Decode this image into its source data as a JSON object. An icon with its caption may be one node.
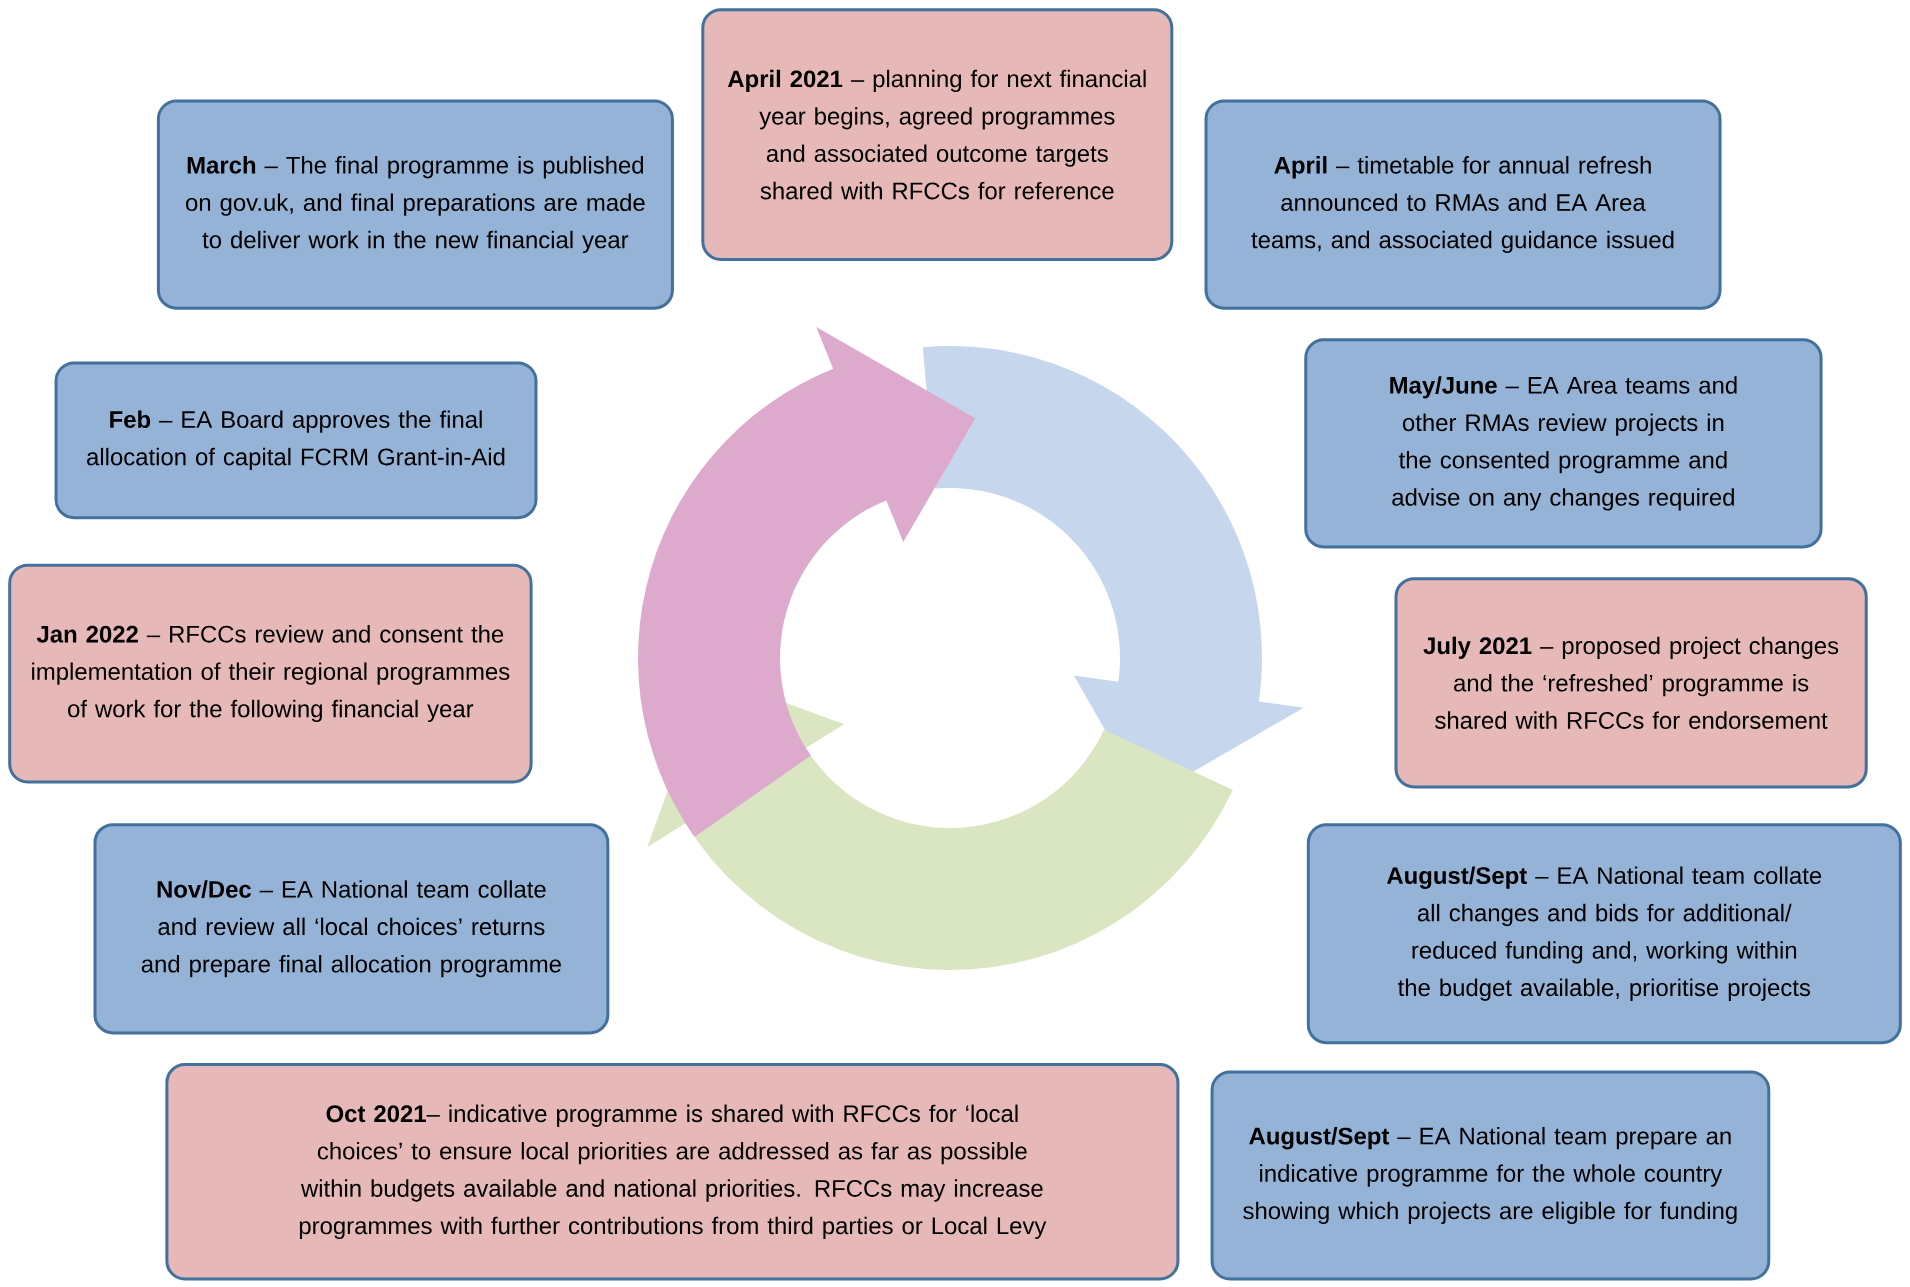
{
  "diagram": {
    "nodes": [
      {
        "text": [
          "**April 2021** – planning for next financial year begins, agreed programmes and associated outcome targets shared with RFCCs for reference"
        ]
      },
      {
        "text": [
          "**March** – The final programme is published on gov.uk, and final preparations are made to deliver work in the new financial year"
        ]
      },
      {
        "text": [
          "**April** – timetable for annual refresh announced to RMAs and EA Area teams, and associated guidance issued"
        ]
      },
      {
        "text": [
          "**Feb** – EA Board approves the final allocation of capital FCRM Grant-in-Aid"
        ]
      },
      {
        "text": [
          "**May/June** – EA Area teams and other RMAs review projects in the consented programme and advise on any changes required"
        ]
      },
      {
        "text": [
          "**Jan 2022** – RFCCs review and consent the implementation of their regional programmes of work for the following financial year"
        ]
      },
      {
        "text": [
          "**July 2021** – proposed project changes and the ‘refreshed’ programme is shared with RFCCs for endorsement"
        ]
      },
      {
        "text": [
          "**Nov/Dec** – EA National team collate and review all ‘local choices’ returns and prepare final allocation programme"
        ]
      },
      {
        "text": [
          "**August/Sept** – EA National team collate all changes and bids for additional/ reduced funding and, working within the budget available, prioritise projects"
        ]
      },
      {
        "text": [
          "**Oct 2021**– indicative programme is shared with RFCCs for ‘local choices’ to ensure local priorities are addressed as far as possible within budgets available and national priorities. RFCCs may increase programmes with further contributions from third parties or Local Levy"
        ]
      },
      {
        "text": [
          "**August/Sept** – EA National team prepare an indicative programme for the whole country showing which projects are eligible for funding"
        ]
      }
    ]
  }
}
